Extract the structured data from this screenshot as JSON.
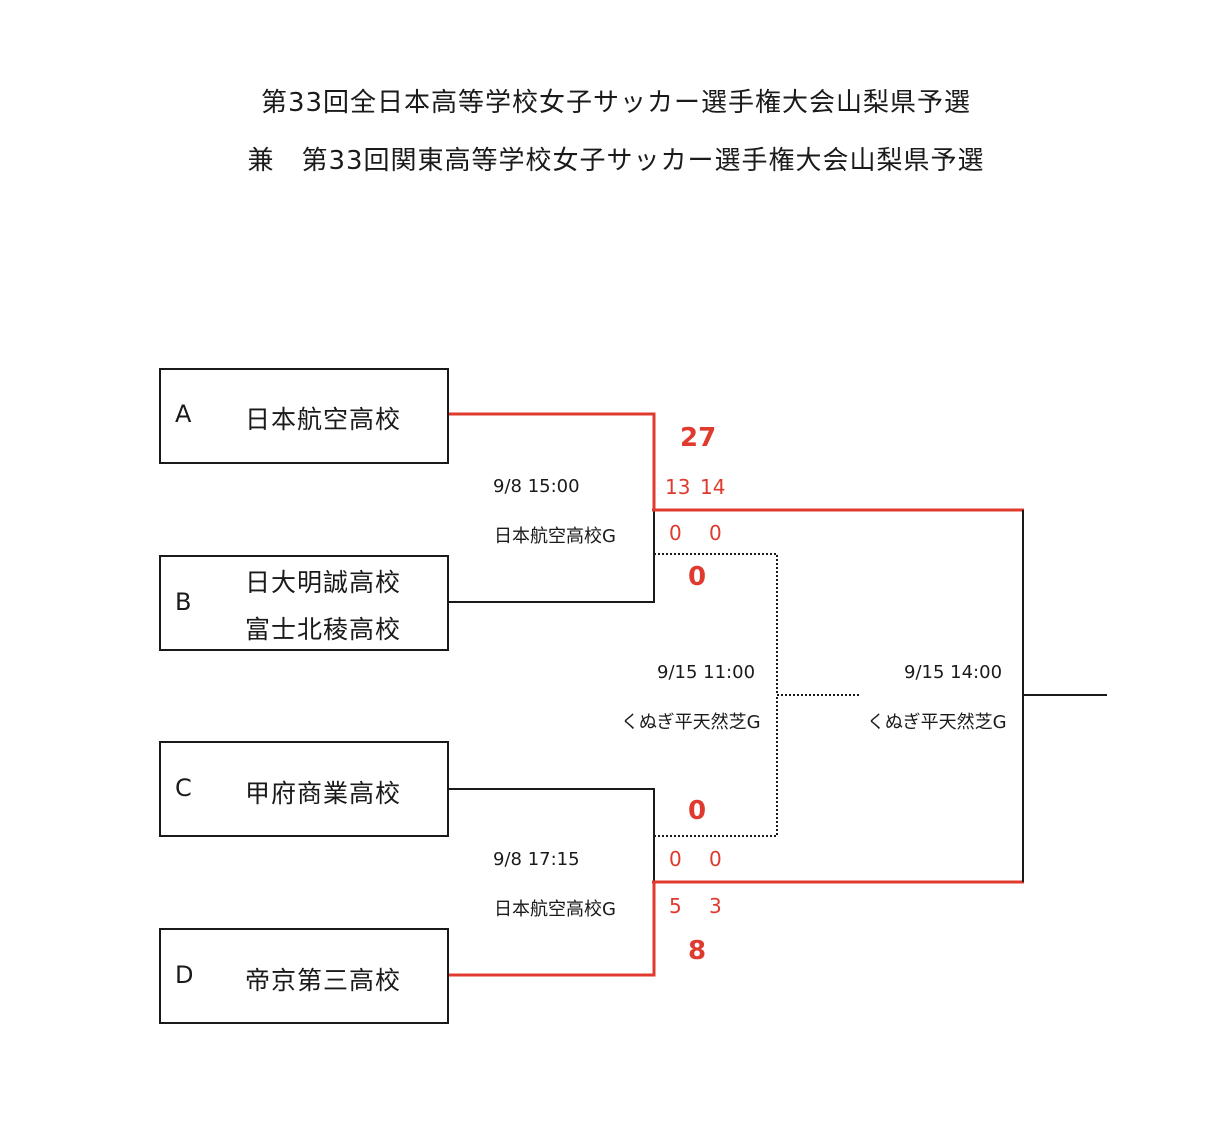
{
  "title": {
    "line1": "第33回全日本高等学校女子サッカー選手権大会山梨県予選",
    "line2": "兼　第33回関東高等学校女子サッカー選手権大会山梨県予選"
  },
  "teams": [
    {
      "letter": "A",
      "names": [
        "日本航空高校"
      ]
    },
    {
      "letter": "B",
      "names": [
        "日大明誠高校",
        "富士北稜高校"
      ]
    },
    {
      "letter": "C",
      "names": [
        "甲府商業高校"
      ]
    },
    {
      "letter": "D",
      "names": [
        "帝京第三高校"
      ]
    }
  ],
  "matches": {
    "semi1": {
      "date": "9/8  15:00",
      "venue": "日本航空高校G",
      "top_total": "27",
      "top_halves": [
        "13",
        "14"
      ],
      "bottom_halves": [
        "0",
        "0"
      ],
      "bottom_total": "0"
    },
    "semi2": {
      "date": "9/8  17:15",
      "venue": "日本航空高校G",
      "top_total": "0",
      "top_halves": [
        "0",
        "0"
      ],
      "bottom_halves": [
        "5",
        "3"
      ],
      "bottom_total": "8"
    },
    "third_place": {
      "date": "9/15  11:00",
      "venue": "くぬぎ平天然芝G"
    },
    "final": {
      "date": "9/15  14:00",
      "venue": "くぬぎ平天然芝G"
    }
  },
  "colors": {
    "winner_line": "#e03a2f",
    "normal_line": "#1a1a1a"
  }
}
